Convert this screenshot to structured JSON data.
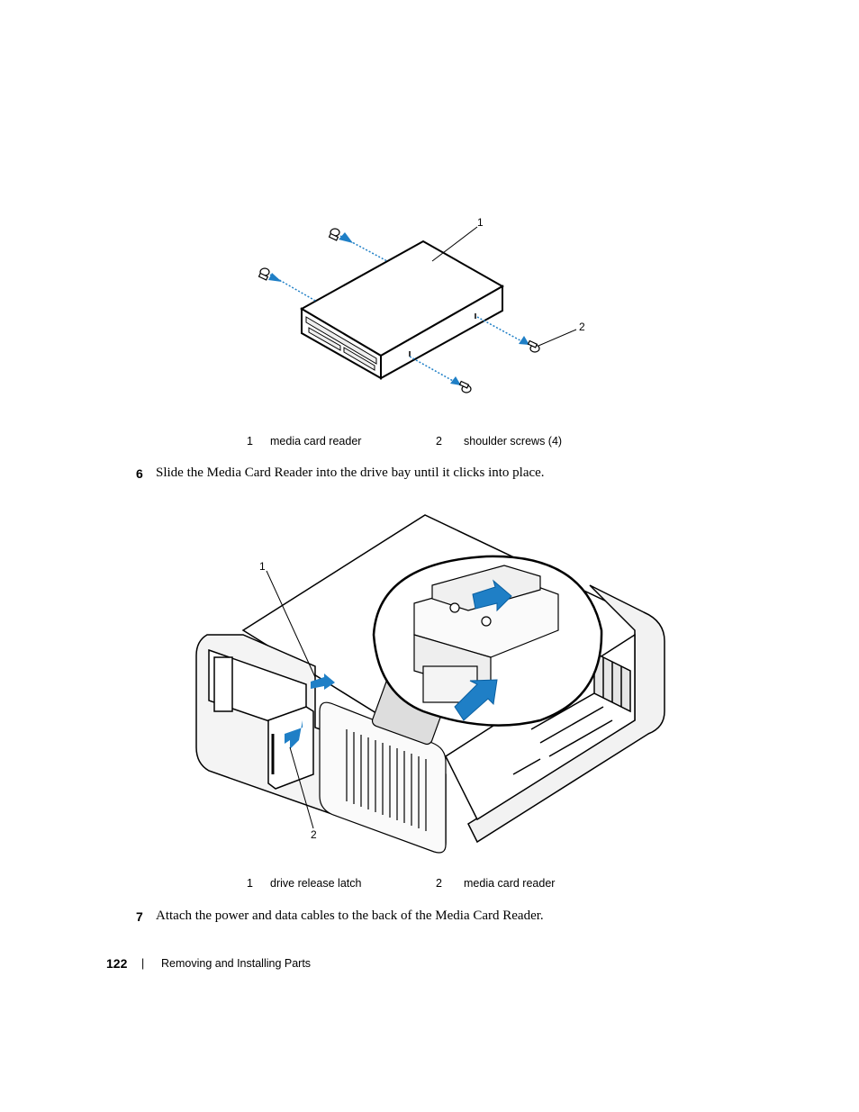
{
  "figure1": {
    "callouts": [
      "1",
      "2"
    ],
    "legend": [
      {
        "num": "1",
        "label": "media card reader"
      },
      {
        "num": "2",
        "label": "shoulder screws (4)"
      }
    ]
  },
  "step6": {
    "num": "6",
    "text": "Slide the Media Card Reader into the drive bay until it clicks into place."
  },
  "figure2": {
    "callouts": [
      "1",
      "2"
    ],
    "legend": [
      {
        "num": "1",
        "label": "drive release latch"
      },
      {
        "num": "2",
        "label": "media card reader"
      }
    ]
  },
  "step7": {
    "num": "7",
    "text": "Attach the power and data cables to the back of the Media Card Reader."
  },
  "footer": {
    "page_number": "122",
    "separator": "|",
    "section_title": "Removing and Installing Parts"
  },
  "colors": {
    "arrow_blue": "#1f7fc6",
    "line": "#000000"
  }
}
